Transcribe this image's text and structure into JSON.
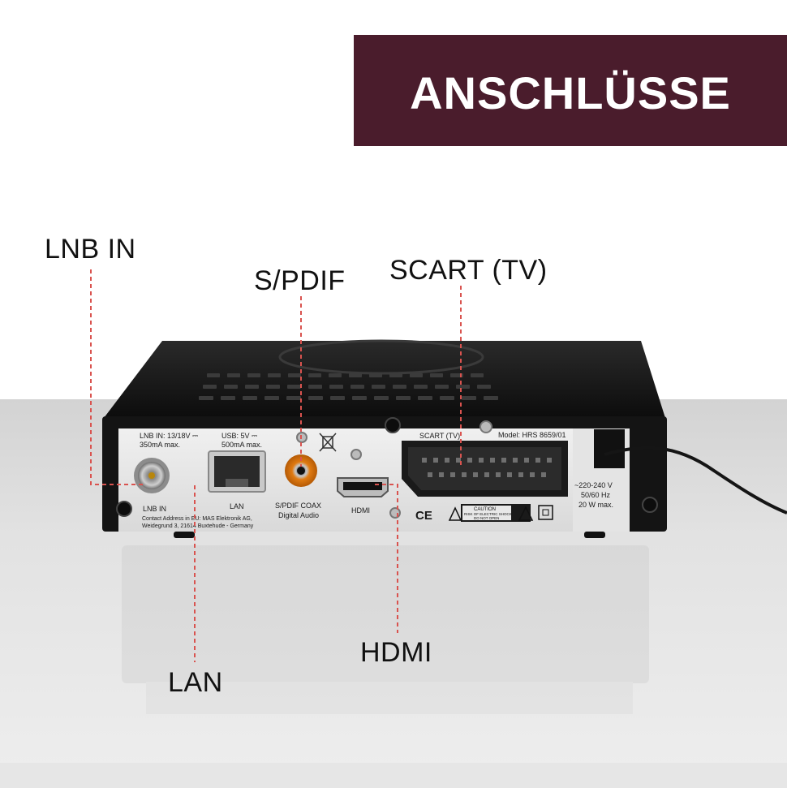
{
  "banner": {
    "title": "ANSCHLÜSSE"
  },
  "callouts": {
    "lnb_in": "LNB IN",
    "spdif": "S/PDIF",
    "scart": "SCART (TV)",
    "hdmi": "HDMI",
    "lan": "LAN"
  },
  "device": {
    "lnb_spec_line1": "LNB IN: 13/18V ⎓",
    "lnb_spec_line2": "350mA max.",
    "usb_spec_line1": "USB: 5V ⎓",
    "usb_spec_line2": "500mA max.",
    "lnb_port_label": "LNB IN",
    "lan_port_label": "LAN",
    "spdif_port_label": "S/PDIF COAX",
    "spdif_port_sublabel": "Digital Audio",
    "hdmi_port_label": "HDMI",
    "scart_port_label": "SCART (TV)",
    "model": "Model: HRS 8659/01",
    "power_line1": "~220-240 V",
    "power_line2": "50/60 Hz",
    "power_line3": "20 W max.",
    "contact_line1": "Contact Address in EU: MAS Elektronik AG,",
    "contact_line2": "Weidegrund 3, 21614 Buxtehude - Germany",
    "ce_mark": "CE",
    "caution_title": "CAUTION",
    "caution_line1": "RISK OF ELECTRIC SHOCK",
    "caution_line2": "DO NOT OPEN"
  },
  "colors": {
    "banner": "#4a1c2c",
    "callout_line": "#d9534f",
    "device_body": "#1b1b1b",
    "back_panel": "#e7e7e7"
  }
}
